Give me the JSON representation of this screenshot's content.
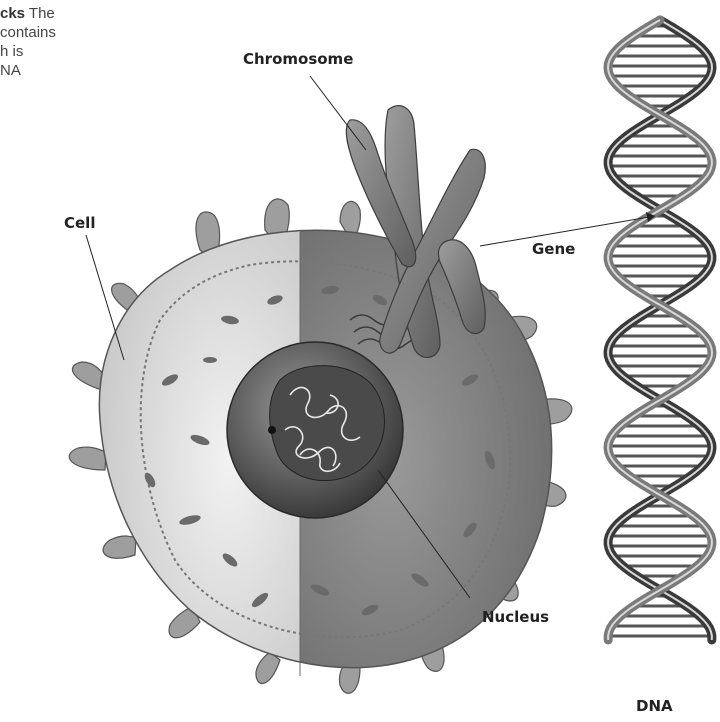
{
  "caption": {
    "lead": "cks",
    "line1_rest": " The",
    "line2": "contains",
    "line3": "h is",
    "line4": "NA"
  },
  "labels": {
    "chromosome": "Chromosome",
    "cell": "Cell",
    "gene": "Gene",
    "nucleus": "Nucleus",
    "dna": "DNA"
  },
  "colors": {
    "ink": "#222222",
    "cytoplasm_light": "#d8d8d8",
    "cytoplasm_dark": "#8f8f8f",
    "nucleus": "#5e5e5e"
  }
}
